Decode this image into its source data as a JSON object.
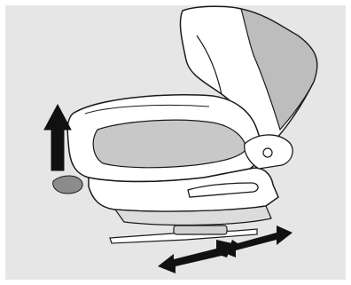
{
  "illustration": {
    "subject": "car-seat-adjustment",
    "icons": [
      "seat-height-lever",
      "seat-fore-aft-bar",
      "up-arrow-icon",
      "fore-aft-arrows-icon"
    ],
    "colors": {
      "background": "#e6e6e6",
      "outline": "#1a1a1a",
      "seat_fill": "#ffffff",
      "seat_shade": "#bdbdbd",
      "seat_dark": "#9a9a9a",
      "arrow": "#111111"
    }
  }
}
